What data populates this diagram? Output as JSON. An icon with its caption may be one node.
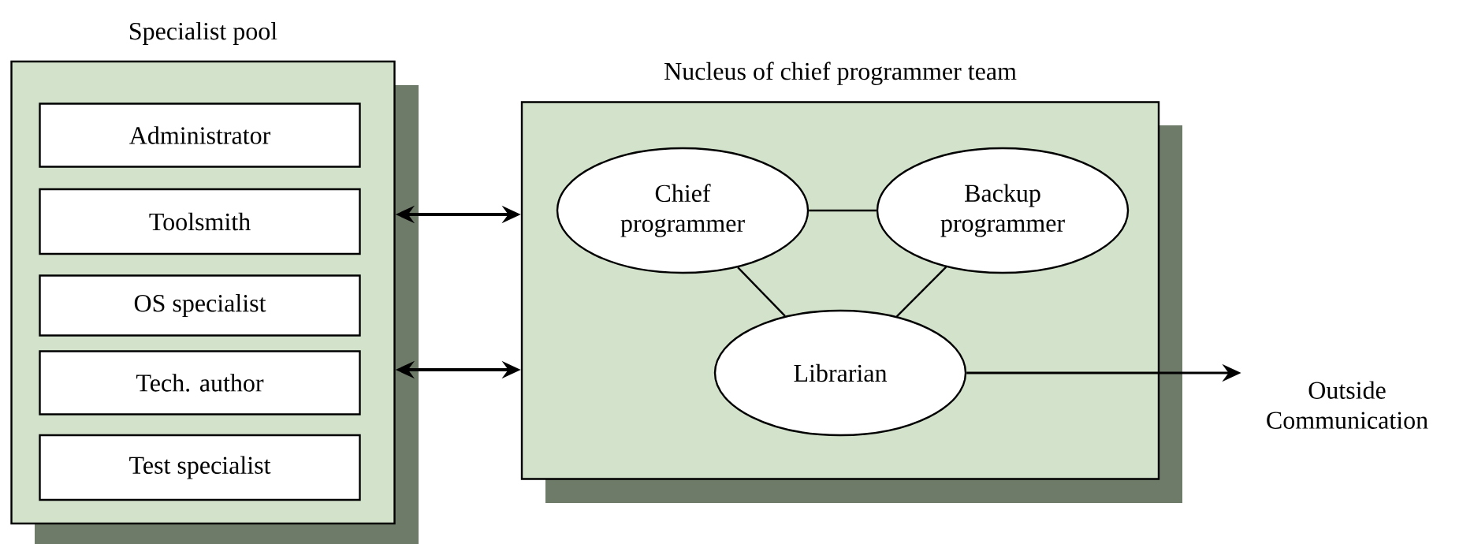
{
  "diagram": {
    "nodes": [
      {
        "text": [
          "Specialist pool"
        ]
      },
      {
        "text": [
          "Administrator"
        ],
        "in": 0
      },
      {
        "text": [
          "Toolsmith"
        ],
        "in": 0
      },
      {
        "text": [
          "OS specialist"
        ],
        "in": 0
      },
      {
        "text": [
          "Tech. author"
        ],
        "in": 0
      },
      {
        "text": [
          "Test specialist"
        ],
        "in": 0
      },
      {
        "text": [
          "Nucleus of chief programmer team"
        ]
      },
      {
        "text": [
          "Chief programmer"
        ],
        "in": 6
      },
      {
        "text": [
          "Backup programmer"
        ],
        "in": 6
      },
      {
        "text": [
          "Librarian"
        ],
        "in": 6
      },
      {
        "text": [
          "Outside Communication"
        ]
      }
    ],
    "edges": [
      {
        "from": 0,
        "to": 6,
        "arrow": "both"
      },
      {
        "from": 0,
        "to": 6,
        "arrow": "both"
      },
      {
        "from": 7,
        "to": 8,
        "arrow": "none"
      },
      {
        "from": 7,
        "to": 9,
        "arrow": "none"
      },
      {
        "from": 8,
        "to": 9,
        "arrow": "none"
      },
      {
        "from": 9,
        "to": 10,
        "arrow": "to"
      }
    ]
  }
}
